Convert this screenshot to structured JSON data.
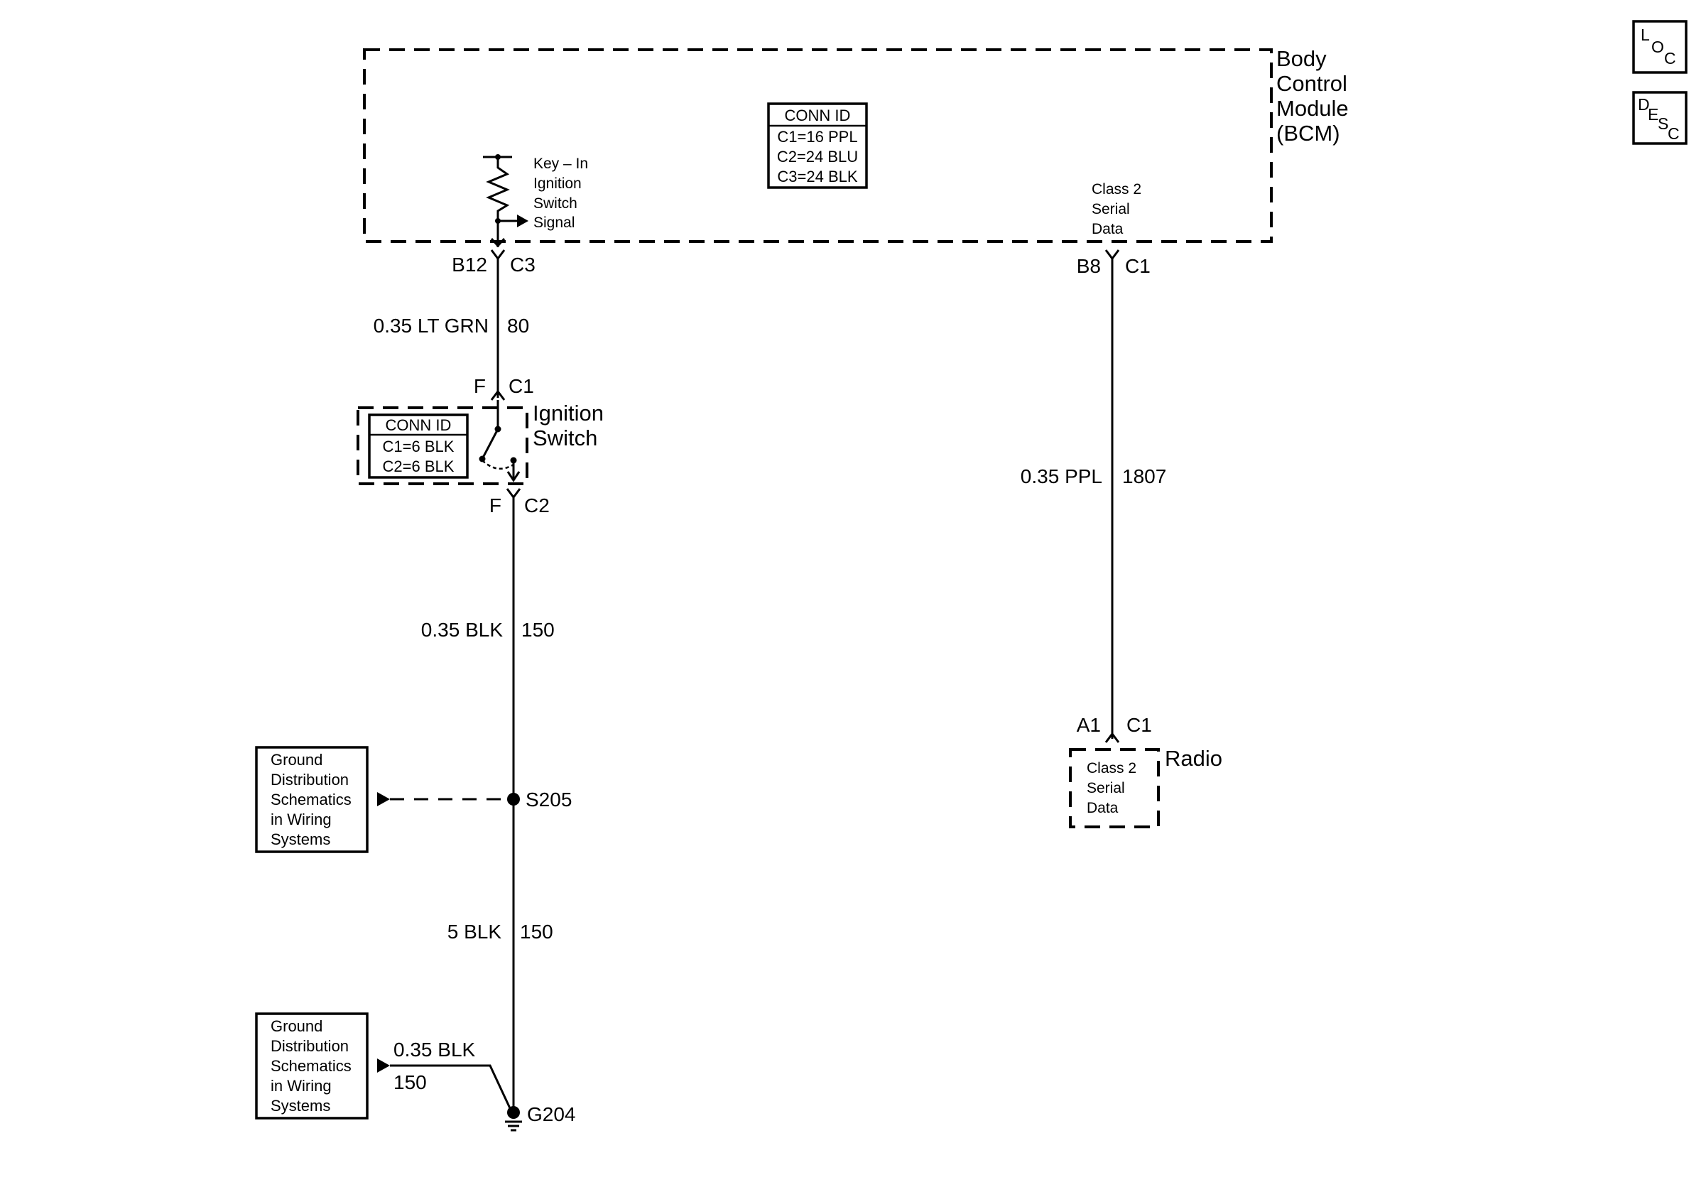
{
  "bcm": {
    "title_lines": [
      "Body",
      "Control",
      "Module",
      "(BCM)"
    ],
    "conn_id": {
      "header": "CONN ID",
      "rows": [
        "C1=16 PPL",
        "C2=24 BLU",
        "C3=24 BLK"
      ]
    },
    "key_in_signal": [
      "Key – In",
      "Ignition",
      "Switch",
      "Signal"
    ],
    "serial_data": [
      "Class 2",
      "Serial",
      "Data"
    ]
  },
  "wires": {
    "w1": {
      "pin": "B12",
      "conn": "C3",
      "gauge": "0.35 LT GRN",
      "circuit": "80"
    },
    "w2": {
      "pin": "B8",
      "conn": "C1",
      "gauge": "0.35 PPL",
      "circuit": "1807"
    },
    "w3": {
      "pin_top": "F",
      "conn_top": "C1",
      "pin_bot": "F",
      "conn_bot": "C2",
      "gauge": "0.35 BLK",
      "circuit": "150"
    },
    "w4": {
      "gauge": "5 BLK",
      "circuit": "150"
    },
    "w5": {
      "gauge": "0.35 BLK",
      "circuit": "150"
    }
  },
  "ignition_switch": {
    "title_lines": [
      "Ignition",
      "Switch"
    ],
    "conn_id": {
      "header": "CONN ID",
      "rows": [
        "C1=6 BLK",
        "C2=6 BLK"
      ]
    }
  },
  "radio": {
    "title": "Radio",
    "pin": "A1",
    "conn": "C1",
    "serial_data": [
      "Class 2",
      "Serial",
      "Data"
    ]
  },
  "splice": {
    "label": "S205"
  },
  "ground": {
    "label": "G204"
  },
  "ground_ref_1": [
    "Ground",
    "Distribution",
    "Schematics",
    "in Wiring",
    "Systems"
  ],
  "ground_ref_2": [
    "Ground",
    "Distribution",
    "Schematics",
    "in Wiring",
    "Systems"
  ],
  "nav_icons": [
    {
      "name": "loc-icon",
      "letters": [
        "L",
        "O",
        "C"
      ]
    },
    {
      "name": "desc-icon",
      "letters": [
        "D",
        "E",
        "S",
        "C"
      ]
    }
  ]
}
